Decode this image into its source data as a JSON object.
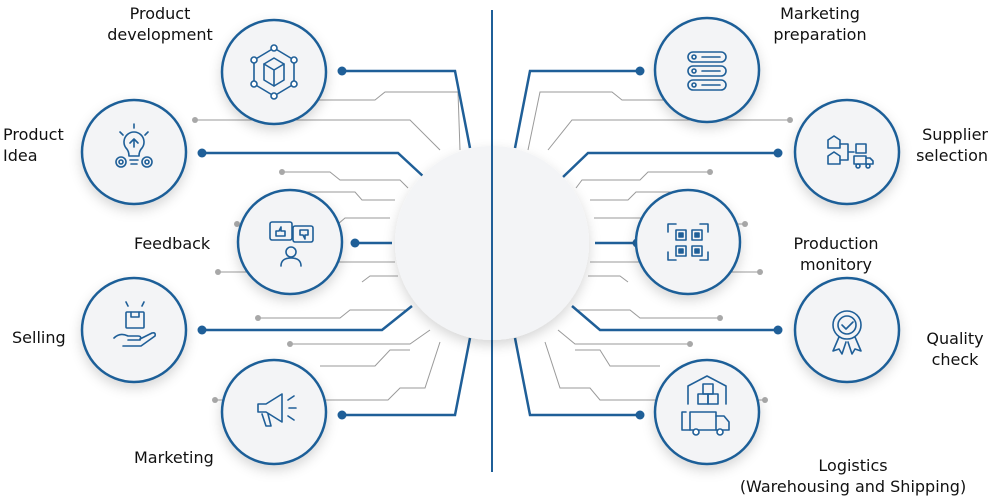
{
  "colors": {
    "accent": "#1f5f98",
    "wire": "#9a9a9a",
    "dot_gray": "#a8a8a8",
    "circle_fill": "#f3f4f6",
    "text": "#111111"
  },
  "nodes": {
    "product_development": {
      "label": [
        "Product",
        "development"
      ],
      "icon": "box-network-icon"
    },
    "product_idea": {
      "label": [
        "Product",
        "Idea"
      ],
      "icon": "lightbulb-gears-icon"
    },
    "feedback": {
      "label": [
        "Feedback"
      ],
      "icon": "feedback-thumbs-icon"
    },
    "selling": {
      "label": [
        "Selling"
      ],
      "icon": "hand-box-icon"
    },
    "marketing": {
      "label": [
        "Marketing"
      ],
      "icon": "megaphone-icon"
    },
    "marketing_preparation": {
      "label": [
        "Marketing",
        "preparation"
      ],
      "icon": "server-stack-icon"
    },
    "supplier_selection": {
      "label": [
        "Supplier",
        "selection"
      ],
      "icon": "warehouse-truck-icon"
    },
    "production_monitory": {
      "label": [
        "Production",
        "monitory"
      ],
      "icon": "qr-scan-icon"
    },
    "quality_check": {
      "label": [
        "Quality",
        "check"
      ],
      "icon": "quality-badge-icon"
    },
    "logistics": {
      "label": [
        "Logistics",
        "(Warehousing and Shipping)"
      ],
      "icon": "truck-warehouse-icon"
    }
  }
}
